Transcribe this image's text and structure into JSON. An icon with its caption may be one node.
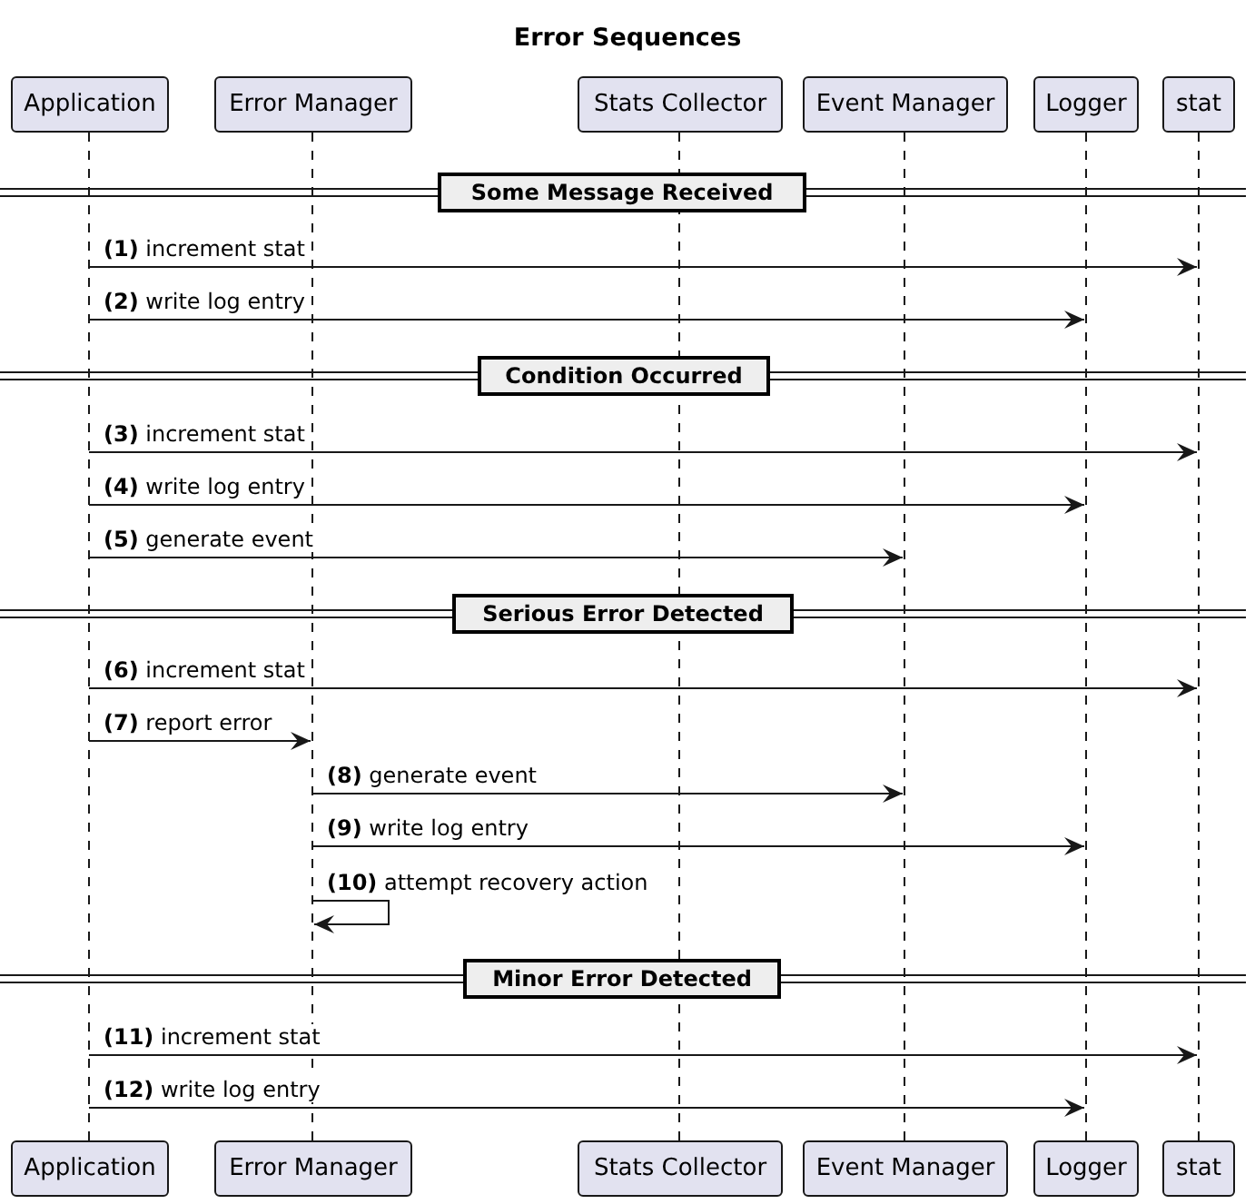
{
  "diagram": {
    "title": "Error Sequences",
    "nodes": [
      {
        "text": [
          "Application"
        ]
      },
      {
        "text": [
          "Error Manager"
        ]
      },
      {
        "text": [
          "Stats Collector"
        ]
      },
      {
        "text": [
          "Event Manager"
        ]
      },
      {
        "text": [
          "Logger"
        ]
      },
      {
        "text": [
          "stat"
        ]
      },
      {
        "text": [
          "Some Message Received"
        ]
      },
      {
        "text": [
          "Condition Occurred"
        ]
      },
      {
        "text": [
          "Serious Error Detected"
        ]
      },
      {
        "text": [
          "Minor Error Detected"
        ]
      },
      {
        "text": [
          "Application"
        ]
      },
      {
        "text": [
          "Error Manager"
        ]
      },
      {
        "text": [
          "Stats Collector"
        ]
      },
      {
        "text": [
          "Event Manager"
        ]
      },
      {
        "text": [
          "Logger"
        ]
      },
      {
        "text": [
          "stat"
        ]
      },
      {
        "text": [],
        "shape": "line"
      },
      {
        "text": [],
        "shape": "line"
      },
      {
        "text": [],
        "shape": "line"
      },
      {
        "text": [],
        "shape": "line"
      },
      {
        "text": [],
        "shape": "line"
      },
      {
        "text": [],
        "shape": "line"
      }
    ],
    "edges": [
      {
        "from": 16,
        "to": 21,
        "arrow": "to",
        "label": "**(1)** increment stat"
      },
      {
        "from": 16,
        "to": 20,
        "arrow": "to",
        "label": "**(2)** write log entry"
      },
      {
        "from": 16,
        "to": 21,
        "arrow": "to",
        "label": "**(3)** increment stat"
      },
      {
        "from": 16,
        "to": 20,
        "arrow": "to",
        "label": "**(4)** write log entry"
      },
      {
        "from": 16,
        "to": 19,
        "arrow": "to",
        "label": "**(5)** generate event"
      },
      {
        "from": 16,
        "to": 21,
        "arrow": "to",
        "label": "**(6)** increment stat"
      },
      {
        "from": 16,
        "to": 17,
        "arrow": "to",
        "label": "**(7)** report error"
      },
      {
        "from": 17,
        "to": 19,
        "arrow": "to",
        "label": "**(8)** generate event"
      },
      {
        "from": 17,
        "to": 20,
        "arrow": "to",
        "label": "**(9)** write log entry"
      },
      {
        "from": 17,
        "to": 17,
        "arrow": "to",
        "label": "**(10)** attempt recovery action"
      },
      {
        "from": 16,
        "to": 21,
        "arrow": "to",
        "label": "**(11)** increment stat"
      },
      {
        "from": 16,
        "to": 20,
        "arrow": "to",
        "label": "**(12)** write log entry"
      }
    ]
  }
}
